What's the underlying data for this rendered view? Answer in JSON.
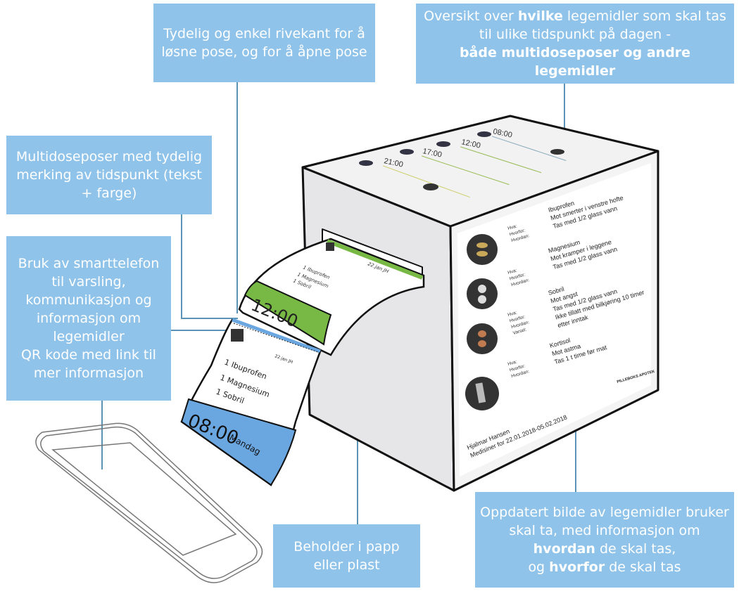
{
  "callouts": {
    "tear_edge": "Tydelig og enkel rivekant for å løsne pose, og for å åpne pose",
    "overview": {
      "pre": "Oversikt over ",
      "bold1": "hvilke",
      "mid": " legemidler som skal tas til ulike tidspunkt på dagen -",
      "bold2": "både multidoseposer og andre legemidler"
    },
    "bags": "Multidoseposer med tydelig merking av tidspunkt (tekst + farge)",
    "phone": {
      "line1": "Bruk av smarttelefon til varsling, kommunikasjon og informasjon om legemidler",
      "line2": "QR kode med link til mer informasjon"
    },
    "container": "Beholder i papp eller plast",
    "updated": {
      "pre": "Oppdatert bilde av legemidler bruker skal ta, med informasjon om ",
      "bold1": "hvordan",
      "mid": " de skal tas,",
      "pre2": "og ",
      "bold2": "hvorfor",
      "post": " de skal tas"
    }
  },
  "bag_front": {
    "time": "08:00",
    "day": "Mandag",
    "date": "22.jan JH",
    "items": [
      "1 Ibuprofen",
      "1 Magnesium",
      "1 Sobril"
    ]
  },
  "bag_back": {
    "time": "12:00",
    "date": "22.jan JH",
    "items": [
      "1 Ibuprofen",
      "1 Magnesium",
      "1 Sobril"
    ]
  },
  "top_schedule": [
    "08:00",
    "12:00",
    "17:00",
    "21:00"
  ],
  "panel": {
    "labels": [
      "Hva:",
      "Hvorfor:",
      "Hvordan:",
      "Varsel:"
    ],
    "meds": [
      {
        "lines": [
          "Ibuprofen",
          "Mot smerter i venstre hofte",
          "Tas med 1/2 glass vann"
        ]
      },
      {
        "lines": [
          "Magnesium",
          "Mot kramper i leggene",
          "Tas med 1/2 glass vann"
        ]
      },
      {
        "lines": [
          "Sobril",
          "Mot angst",
          "Tas med 1/2 glass vann",
          "Ikke tillatt med bilkjøring 10 timer",
          "etter inntak"
        ]
      },
      {
        "lines": [
          "Kortisol",
          "Mot astma",
          "Tas 1 t time før mat"
        ]
      }
    ],
    "pharmacy": "PILLEBOKS APOTEK",
    "patient": "Hjalmar Hansen",
    "period": "Medisiner for 22.01.2018-05.02.2018"
  },
  "colors": {
    "callout": "#8fc3ea",
    "line": "#5b93b5",
    "green": "#77b944",
    "blue": "#6aa6e0"
  }
}
